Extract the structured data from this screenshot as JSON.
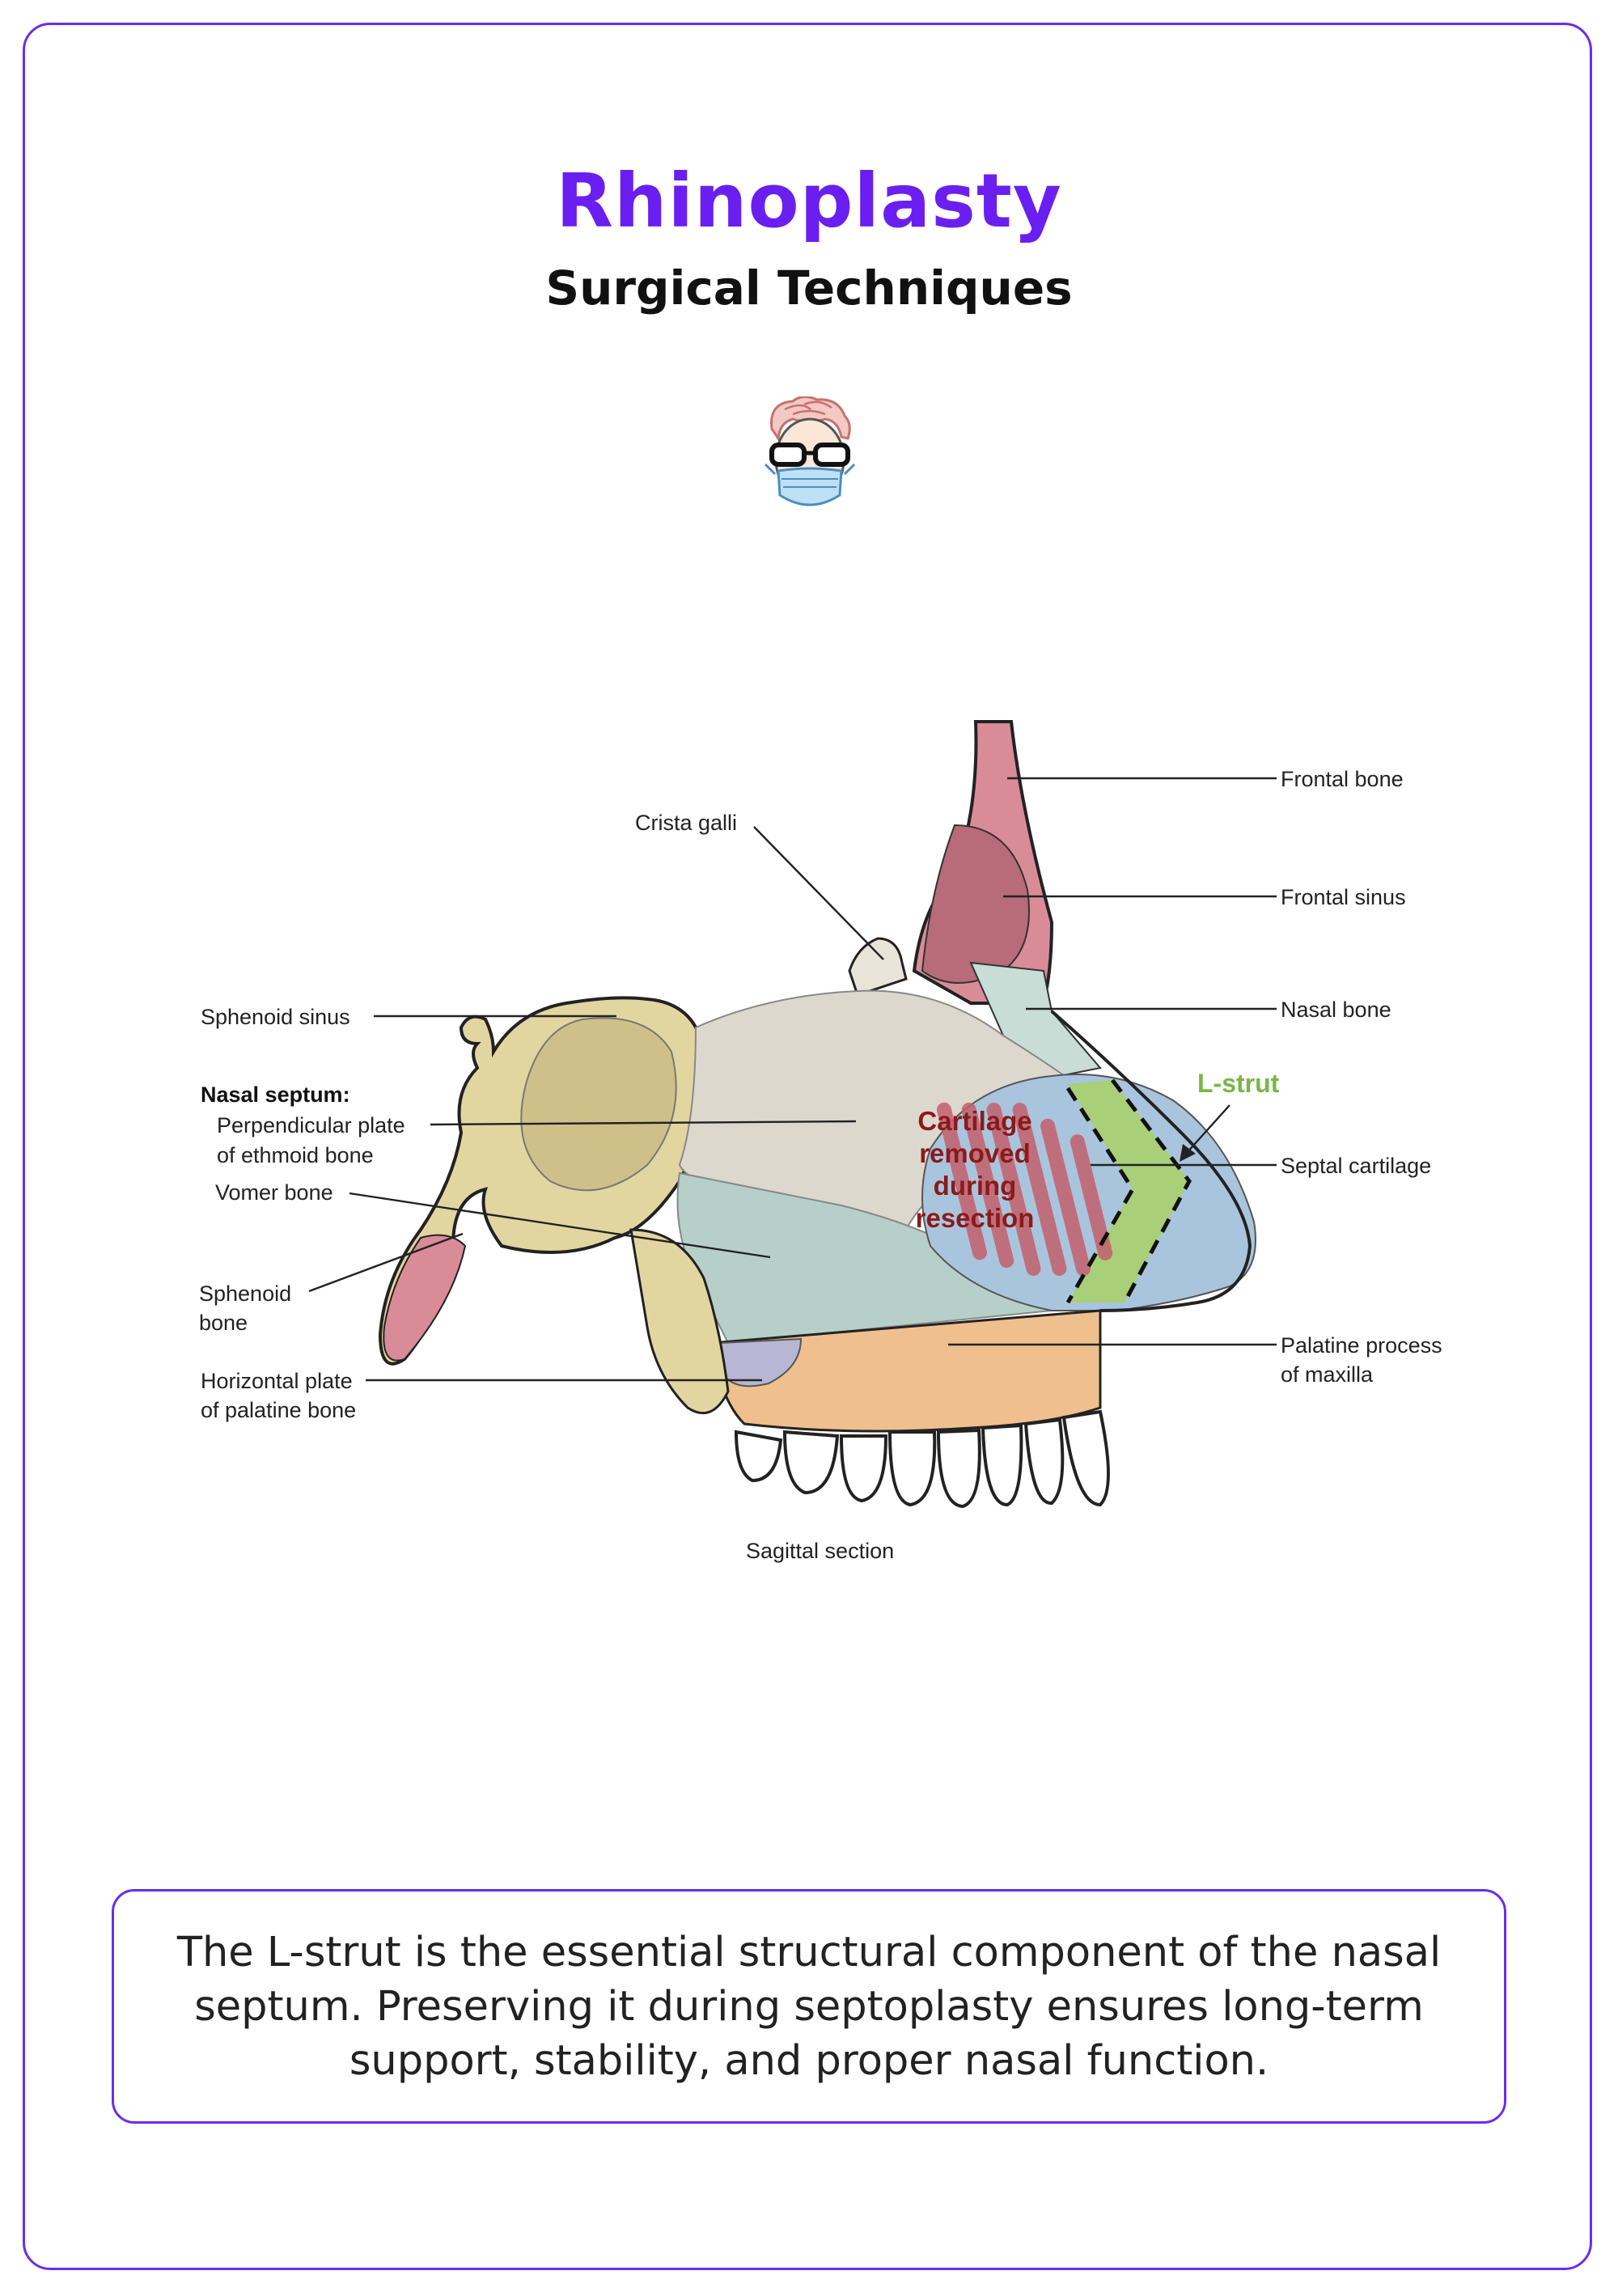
{
  "header": {
    "title": "Rhinoplasty",
    "subtitle": "Surgical Techniques"
  },
  "colors": {
    "accent": "#6a1ff0",
    "border": "#6a2df0",
    "lstrut": "#7ab648",
    "removed_text": "#8b1a1a"
  },
  "diagram": {
    "labels": {
      "frontal_bone": "Frontal bone",
      "crista_galli": "Crista galli",
      "frontal_sinus": "Frontal sinus",
      "nasal_bone": "Nasal bone",
      "sphenoid_sinus": "Sphenoid sinus",
      "l_strut": "L-strut",
      "nasal_septum": "Nasal septum:",
      "perpendicular_plate_1": "Perpendicular plate",
      "perpendicular_plate_2": "of ethmoid bone",
      "vomer_bone": "Vomer bone",
      "septal_cartilage": "Septal cartilage",
      "sphenoid_bone_1": "Sphenoid",
      "sphenoid_bone_2": "bone",
      "horizontal_plate_1": "Horizontal plate",
      "horizontal_plate_2": "of palatine bone",
      "palatine_process_1": "Palatine process",
      "palatine_process_2": "of maxilla",
      "sagittal_section": "Sagittal section",
      "removed_1": "Cartilage",
      "removed_2": "removed",
      "removed_3": "during",
      "removed_4": "resection"
    }
  },
  "note": {
    "text": "The L-strut is the essential structural component of the nasal septum. Preserving it during septoplasty ensures long-term support, stability, and proper nasal function."
  }
}
